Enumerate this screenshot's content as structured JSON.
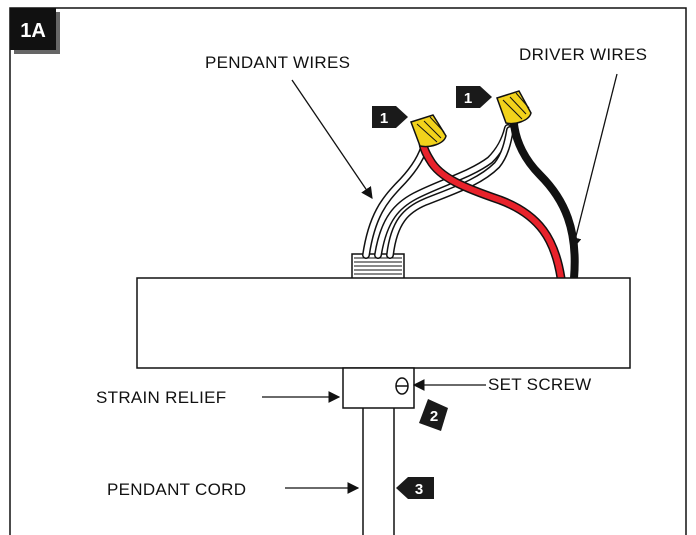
{
  "figure": {
    "id": "1A"
  },
  "labels": {
    "pendant_wires": "PENDANT WIRES",
    "driver_wires": "DRIVER WIRES",
    "strain_relief": "STRAIN RELIEF",
    "set_screw": "SET SCREW",
    "pendant_cord": "PENDANT CORD"
  },
  "steps": {
    "connector_left": "1",
    "connector_right": "1",
    "set_screw_step": "2",
    "cord_step": "3"
  },
  "colors": {
    "outline": "#111111",
    "red_wire": "#e8222b",
    "black_wire": "#111111",
    "white_wire": "#ffffff",
    "wire_nut": "#f2d21b",
    "badge": "#1a1a1a"
  }
}
